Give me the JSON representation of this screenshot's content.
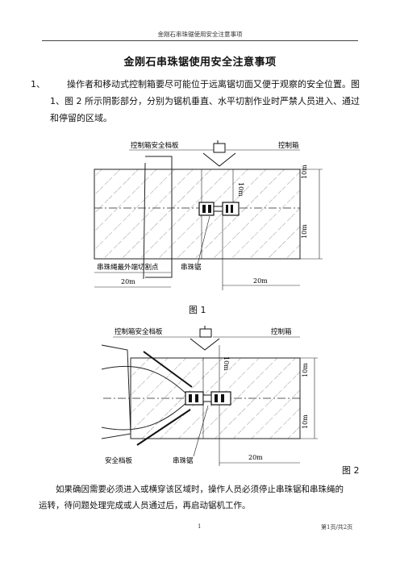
{
  "header": {
    "title": "金刚石串珠锯使用安全注意事项"
  },
  "doc": {
    "title": "金刚石串珠锯使用安全注意事项",
    "item1_num": "1、",
    "item1_lines": [
      "操作者和移动式控制箱要尽可能位于远离锯切面又便于观察的安全位置。图",
      "1、图 2 所示阴影部分，分别为锯机垂直、水平切割作业时严禁人员进入、通过",
      "和停留的区域。"
    ],
    "para2_lines": [
      "如果确因需要必须进入或横穿该区域时，操作人员必须停止串珠锯和串珠绳的",
      "运转，待问题处理完成或人员通过后，再启动锯机工作。"
    ]
  },
  "figure1": {
    "caption": "图 1",
    "labels": {
      "guard_board": "控制箱安全档板",
      "control_box": "控制箱",
      "rope_point": "串珠绳最外端切割点",
      "saw": "串珠锯",
      "dim_left": "20m",
      "dim_right": "20m",
      "dim_top": "10m",
      "dim_bottom": "10m",
      "dim_center": "10m"
    }
  },
  "figure2": {
    "caption": "图 2",
    "labels": {
      "guard_board_top": "控制箱安全档板",
      "control_box": "控制箱",
      "guard_board_bottom": "安全档板",
      "saw": "串珠锯",
      "dim_bottom": "20m",
      "dim_top": "10m",
      "dim_bottom_side": "10m",
      "dim_center": "10m"
    }
  },
  "footer": {
    "page_number": "1",
    "page_of": "第1页/共2页"
  }
}
